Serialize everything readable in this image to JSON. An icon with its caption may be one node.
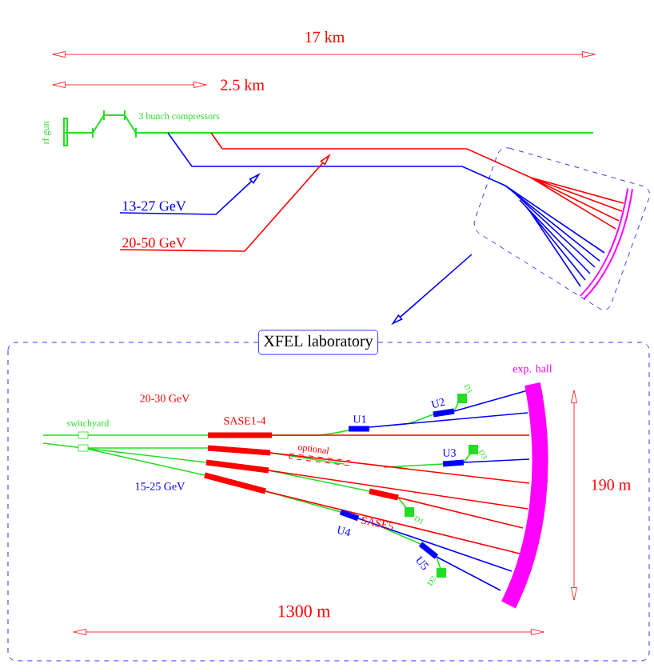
{
  "diagram": {
    "nodes": [
      {
        "text": [
          "XFEL laboratory"
        ]
      },
      {
        "text": [],
        "shape": "box"
      },
      {
        "text": [
          "13-27 GeV"
        ]
      },
      {
        "text": [
          "20-50 GeV"
        ]
      }
    ],
    "edges": [
      {
        "from": 1,
        "to": 0,
        "arrow": "to"
      },
      {
        "from": 2,
        "to": null,
        "arrow": "to"
      },
      {
        "from": 3,
        "to": null,
        "arrow": "to",
        "color": "#ff0000"
      }
    ],
    "labels": [
      "17 km",
      "2.5 km",
      "rf gun",
      "3 bunch compressors",
      "20-30 GeV",
      "switchyard",
      "SASE1-4",
      "U1",
      "U2",
      "D1",
      "optional",
      "U3",
      "D3",
      "15-25 GeV",
      "SASE5",
      "D1",
      "U4",
      "U5",
      "D2",
      "exp. hall",
      "190 m",
      "1300 m"
    ]
  }
}
